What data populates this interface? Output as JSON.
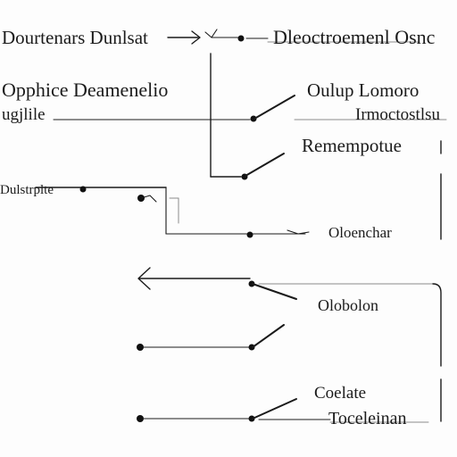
{
  "diagram": {
    "labels": {
      "top_left": "Dourtenars Dunlsat",
      "top_right": "Dleoctroemenl Osnc",
      "opphice": "Opphice Deamenelio",
      "left_small": "ugjlile",
      "oulup": "Oulup Lomoro",
      "irmoctolt": "Irmoctostlsu",
      "remempotle": "Remempotue",
      "left_tiny": "Dulstrplte",
      "oloenchar": "Oloenchar",
      "olobolon": "Olobolon",
      "coelate": "Coelate",
      "toceleinan": "Toceleinan"
    }
  }
}
